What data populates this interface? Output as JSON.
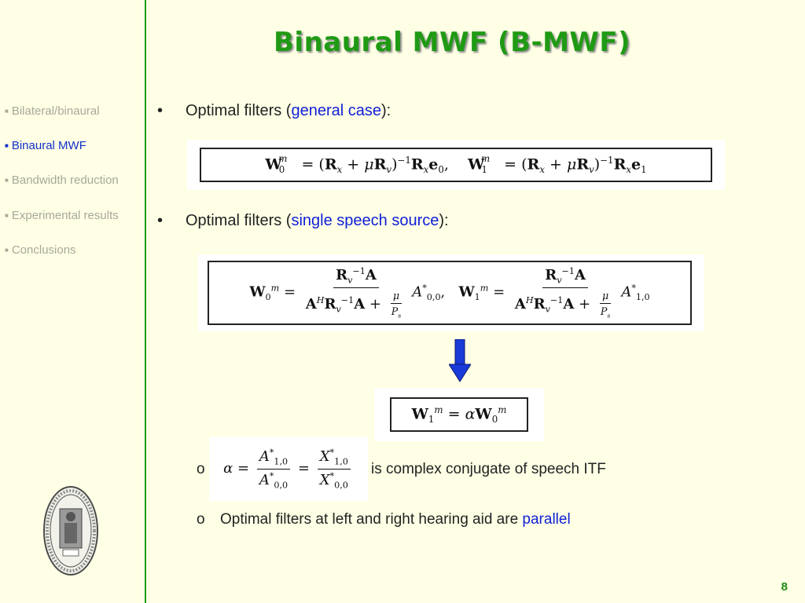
{
  "slide": {
    "title": "Binaural MWF (B-MWF)",
    "page_number": "8"
  },
  "nav": {
    "items": [
      {
        "label": "Bilateral/binaural",
        "active": false
      },
      {
        "label": "Binaural MWF",
        "active": true
      },
      {
        "label": "Bandwidth reduction",
        "active": false
      },
      {
        "label": "Experimental results",
        "active": false
      },
      {
        "label": "Conclusions",
        "active": false
      }
    ]
  },
  "content": {
    "bullet1": {
      "prefix": "Optimal filters (",
      "highlight": "general case",
      "suffix": "):"
    },
    "bullet2": {
      "prefix": "Optimal filters (",
      "highlight": "single speech source",
      "suffix": "):"
    },
    "sub1": {
      "marker": "o",
      "text": "is complex conjugate of speech ITF"
    },
    "sub2": {
      "marker": "o",
      "prefix": "Optimal filters at left and right hearing aid are ",
      "highlight": "parallel"
    }
  },
  "colors": {
    "title": "#1f9a14",
    "highlight": "#1020d8",
    "nav_active": "#1030c8",
    "nav_inactive": "#a8a89a",
    "divider": "#1a9a1a",
    "arrow": "#1a3ad8",
    "background": "#ffffe5"
  },
  "icons": {
    "arrow": "down-arrow-icon",
    "seal": "university-seal-icon"
  }
}
